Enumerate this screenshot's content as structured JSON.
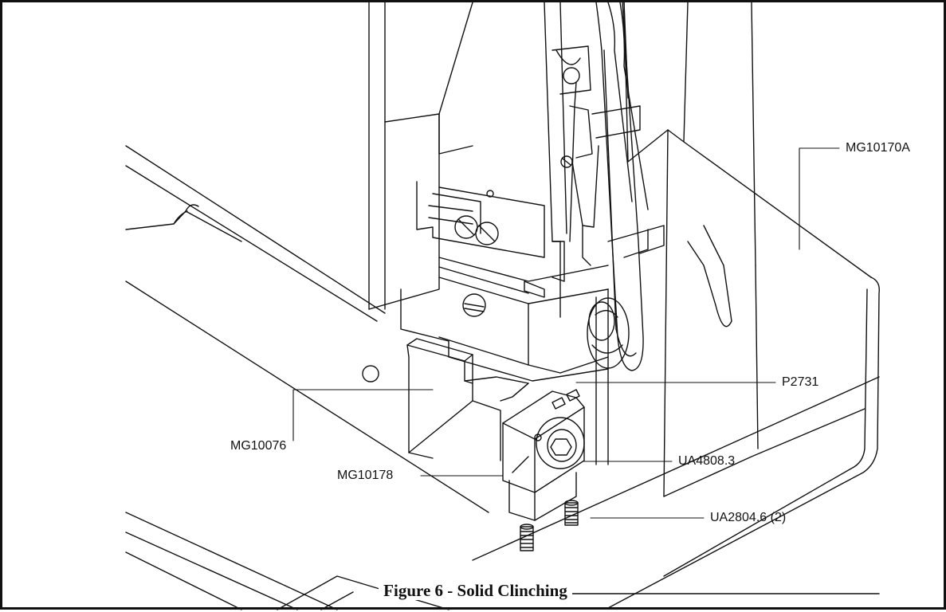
{
  "figure": {
    "caption": "Figure 6 - Solid Clinching",
    "callouts": [
      {
        "id": "mg10170a",
        "text": "MG10170A"
      },
      {
        "id": "p2731",
        "text": "P2731"
      },
      {
        "id": "mg10076",
        "text": "MG10076"
      },
      {
        "id": "ua4808",
        "text": "UA4808.3"
      },
      {
        "id": "mg10178",
        "text": "MG10178"
      },
      {
        "id": "ua2804",
        "text": "UA2804.6 (2)"
      }
    ]
  }
}
